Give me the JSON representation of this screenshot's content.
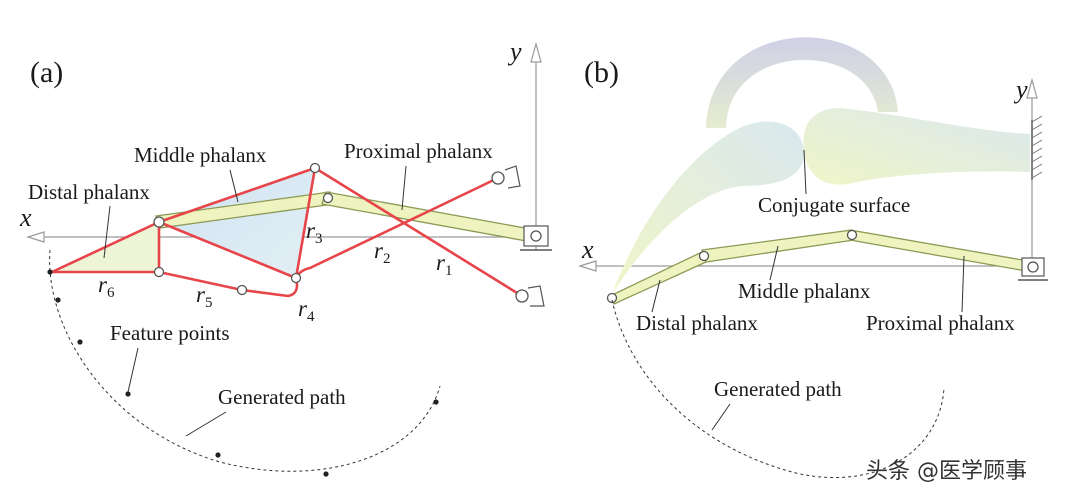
{
  "panel_a": {
    "tag": "(a)",
    "axis_x": "x",
    "axis_y": "y",
    "labels": {
      "distal": "Distal phalanx",
      "middle": "Middle phalanx",
      "proximal": "Proximal phalanx",
      "feature_points": "Feature points",
      "generated_path": "Generated path"
    },
    "links": [
      {
        "name": "r",
        "sub": "1"
      },
      {
        "name": "r",
        "sub": "2"
      },
      {
        "name": "r",
        "sub": "3"
      },
      {
        "name": "r",
        "sub": "4"
      },
      {
        "name": "r",
        "sub": "5"
      },
      {
        "name": "r",
        "sub": "6"
      }
    ],
    "colors": {
      "linkage": "#e8454a",
      "phalanx_fill": "#eef3c0",
      "triangle_fill": "#cfe4f0"
    }
  },
  "panel_b": {
    "tag": "(b)",
    "axis_x": "x",
    "axis_y": "y",
    "labels": {
      "conjugate": "Conjugate surface",
      "middle": "Middle phalanx",
      "distal": "Distal phalanx",
      "proximal": "Proximal phalanx",
      "generated_path": "Generated path"
    }
  },
  "watermark": "头条 @医学顾事"
}
